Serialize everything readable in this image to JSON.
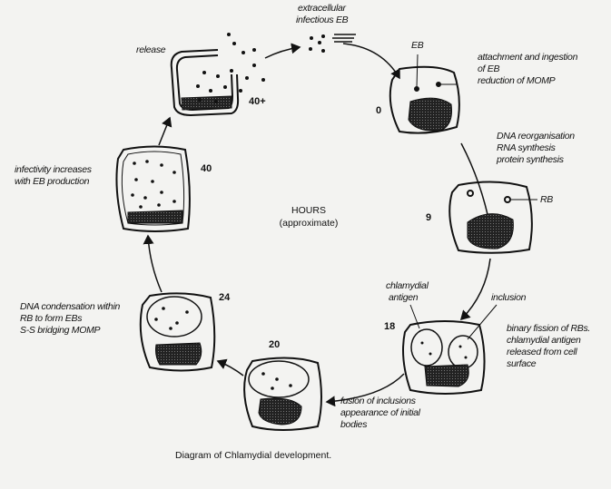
{
  "diagram": {
    "center_title": "HOURS",
    "center_subtitle": "(approximate)",
    "caption": "Diagram of Chlamydial development.",
    "stages": [
      {
        "hour": "0",
        "notes": [
          "attachment and ingestion",
          "of EB",
          "reduction of MOMP"
        ],
        "pointer_label": "EB"
      },
      {
        "hour": "9",
        "notes": [
          "DNA reorganisation",
          "RNA synthesis",
          "protein synthesis"
        ],
        "pointer_label": "RB"
      },
      {
        "hour": "18",
        "notes": [
          "binary fission of RBs.",
          "chlamydial antigen",
          "released from cell",
          "surface"
        ],
        "pointer_labels": [
          "chlamydial",
          "antigen",
          "inclusion"
        ]
      },
      {
        "hour": "20",
        "notes": [
          "fusion of inclusions",
          "appearance of initial",
          "bodies"
        ]
      },
      {
        "hour": "24",
        "notes": [
          "DNA condensation within",
          "RB to form EBs",
          "S-S bridging MOMP"
        ]
      },
      {
        "hour": "40",
        "notes": [
          "infectivity increases",
          "with EB production"
        ]
      },
      {
        "hour": "40+",
        "notes": [
          "release"
        ]
      }
    ],
    "extracellular": [
      "extracellular",
      "infectious EB"
    ]
  }
}
